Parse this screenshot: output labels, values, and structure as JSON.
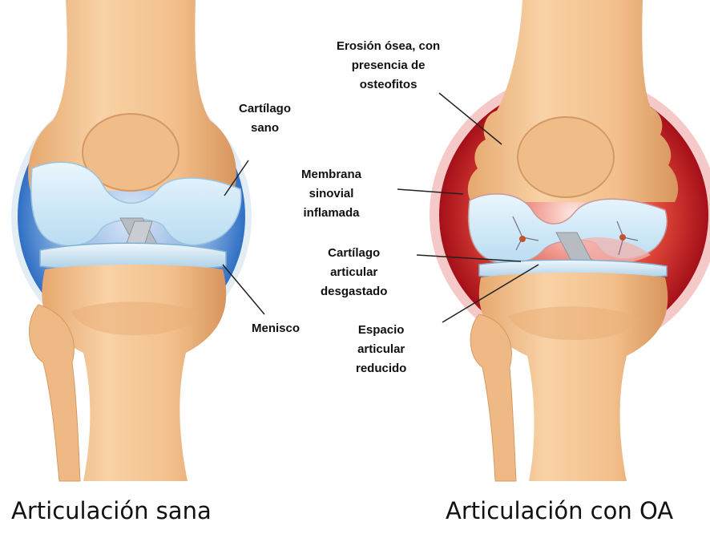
{
  "colors": {
    "bone": "#f3c390",
    "bone_shade": "#d99e68",
    "cartilage": "#cfe8f7",
    "healthy_halo": "#2f6fc4",
    "inflamed_halo": "#b8141e",
    "ligament": "#b9bec4",
    "leader_line": "#222222"
  },
  "healthy_joint": {
    "caption": "Articulación sana",
    "labels": {
      "cartilage": [
        "Cartílago",
        "sano"
      ],
      "meniscus": [
        "Menisco"
      ]
    }
  },
  "oa_joint": {
    "caption": "Articulación con OA",
    "labels": {
      "bone_erosion": [
        "Erosión ósea, con",
        "presencia de",
        "osteofitos"
      ],
      "synovial_membrane": [
        "Membrana",
        "sinovial",
        "inflamada"
      ],
      "worn_cartilage": [
        "Cartílago",
        "articular",
        "desgastado"
      ],
      "joint_space": [
        "Espacio",
        "articular",
        "reducido"
      ]
    }
  }
}
